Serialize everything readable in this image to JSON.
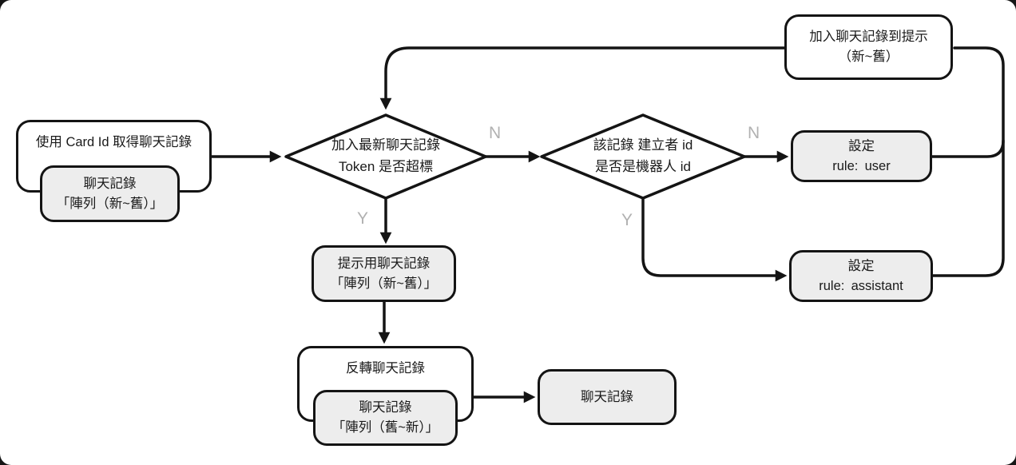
{
  "diagram": {
    "title": "chat-record prompt assembly flowchart",
    "colors": {
      "line": "#141414",
      "node_fill_white": "#ffffff",
      "node_fill_gray": "#ededed",
      "branch_label_gray": "#b1b1b1",
      "canvas_bg": "#ffffff"
    },
    "nodes": {
      "fetch": {
        "title": "使用 Card Id 取得聊天記錄"
      },
      "fetch_data": {
        "lines": [
          "聊天記錄",
          "「陣列（新~舊）」"
        ]
      },
      "token_check": {
        "lines": [
          "加入最新聊天記錄",
          "Token 是否超標"
        ]
      },
      "creator_check": {
        "lines": [
          "該記錄 建立者 id",
          "是否是機器人 id"
        ]
      },
      "add_to_prompt": {
        "lines": [
          "加入聊天記錄到提示",
          "（新~舊）"
        ]
      },
      "rule_user": {
        "lines": [
          "設定",
          "rule: user"
        ]
      },
      "rule_assistant": {
        "lines": [
          "設定",
          "rule: assistant"
        ]
      },
      "prompt_records": {
        "lines": [
          "提示用聊天記錄",
          "「陣列（新~舊）」"
        ]
      },
      "reverse": {
        "title": "反轉聊天記錄"
      },
      "reverse_data": {
        "lines": [
          "聊天記錄",
          "「陣列（舊~新）」"
        ]
      },
      "output": {
        "title": "聊天記錄"
      }
    },
    "edges": [
      {
        "from": "fetch",
        "to": "token_check",
        "label": ""
      },
      {
        "from": "token_check",
        "to": "creator_check",
        "label": "N"
      },
      {
        "from": "token_check",
        "to": "prompt_records",
        "label": "Y"
      },
      {
        "from": "creator_check",
        "to": "rule_user",
        "label": "N"
      },
      {
        "from": "creator_check",
        "to": "rule_assistant",
        "label": "Y"
      },
      {
        "from": "rule_user",
        "to": "add_to_prompt",
        "label": ""
      },
      {
        "from": "rule_assistant",
        "to": "add_to_prompt",
        "label": ""
      },
      {
        "from": "add_to_prompt",
        "to": "token_check",
        "label": ""
      },
      {
        "from": "prompt_records",
        "to": "reverse",
        "label": ""
      },
      {
        "from": "reverse",
        "to": "output",
        "label": ""
      }
    ]
  }
}
